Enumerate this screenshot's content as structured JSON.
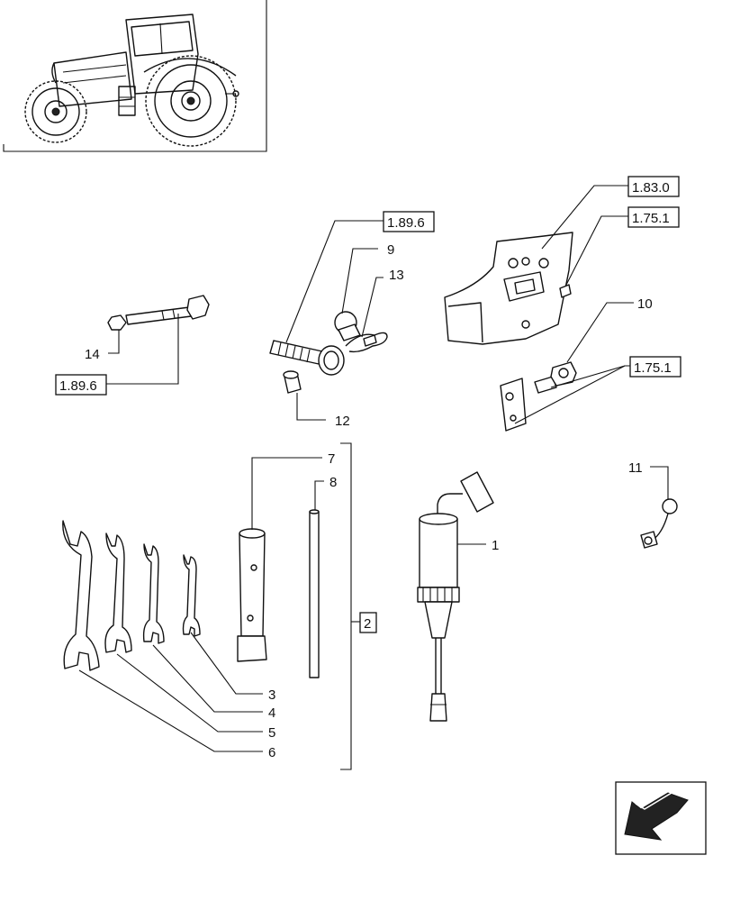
{
  "callouts": {
    "c1": "1",
    "c2": "2",
    "c3": "3",
    "c4": "4",
    "c5": "5",
    "c6": "6",
    "c7": "7",
    "c8": "8",
    "c9": "9",
    "c10": "10",
    "c11": "11",
    "c12": "12",
    "c13": "13",
    "c14": "14"
  },
  "refs": {
    "r_1896_top": "1.89.6",
    "r_1896_left": "1.89.6",
    "r_1830": "1.83.0",
    "r_1751_top": "1.75.1",
    "r_1751_mid": "1.75.1"
  },
  "icons": {
    "thumbnail": "tractor-icon",
    "nav": "arrow-back-icon"
  }
}
